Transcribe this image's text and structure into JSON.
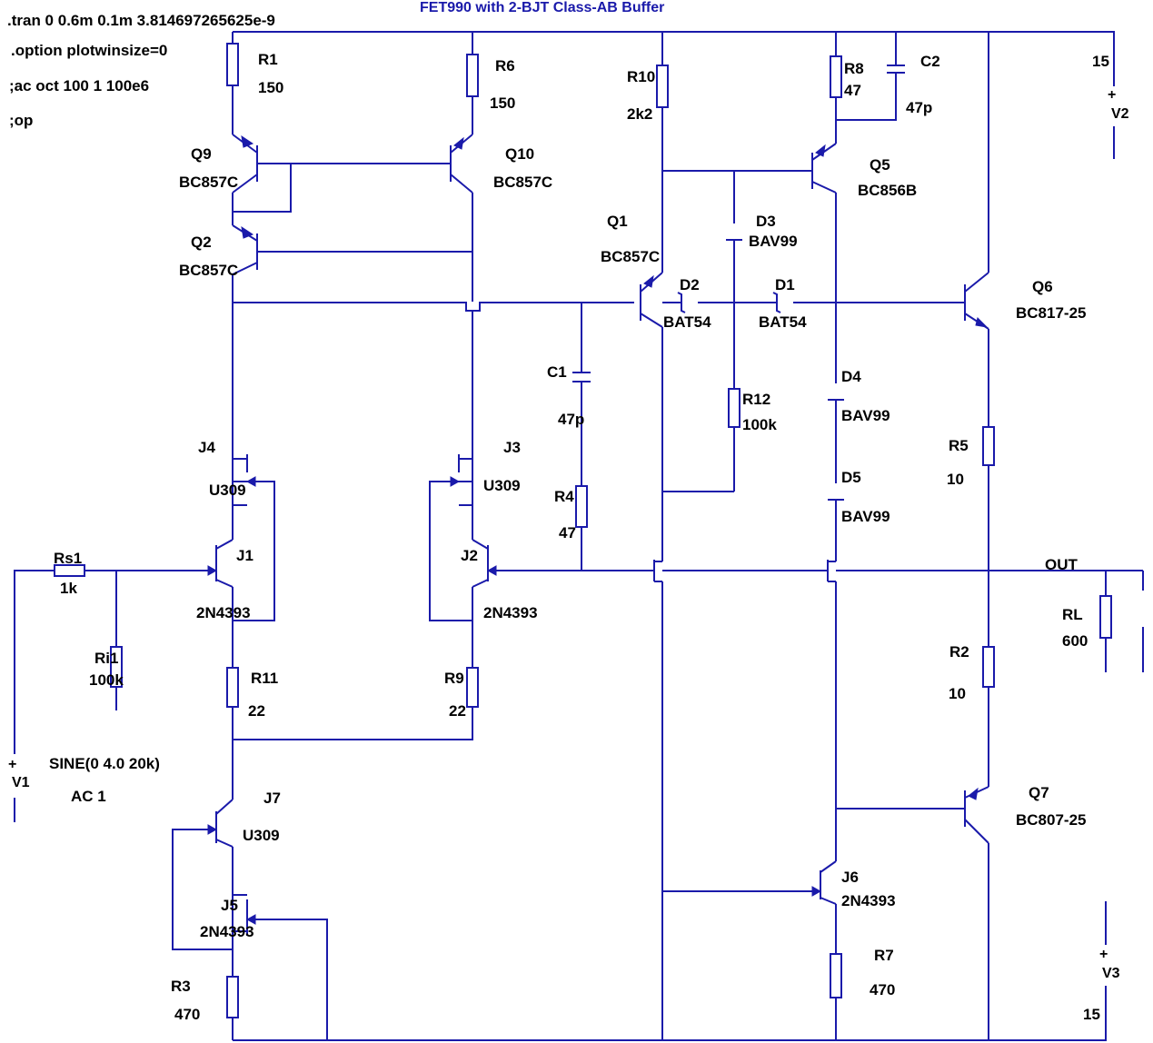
{
  "title": "FET990 with 2-BJT Class-AB Buffer",
  "directives": [
    ".tran 0 0.6m 0.1m 3.814697265625e-9",
    ".option plotwinsize=0",
    ";ac oct 100 1 100e6",
    ";op"
  ],
  "net_label_out": "OUT",
  "components": {
    "R1": {
      "ref": "R1",
      "value": "150"
    },
    "R6": {
      "ref": "R6",
      "value": "150"
    },
    "R10": {
      "ref": "R10",
      "value": "2k2"
    },
    "R8": {
      "ref": "R8",
      "value": "47"
    },
    "C2": {
      "ref": "C2",
      "value": "47p"
    },
    "V2": {
      "ref": "V2",
      "value": "15"
    },
    "Q9": {
      "ref": "Q9",
      "value": "BC857C"
    },
    "Q10": {
      "ref": "Q10",
      "value": "BC857C"
    },
    "Q5": {
      "ref": "Q5",
      "value": "BC856B"
    },
    "Q2": {
      "ref": "Q2",
      "value": "BC857C"
    },
    "Q1": {
      "ref": "Q1",
      "value": "BC857C"
    },
    "D3": {
      "ref": "D3",
      "value": "BAV99"
    },
    "D2": {
      "ref": "D2",
      "value": "BAT54"
    },
    "D1": {
      "ref": "D1",
      "value": "BAT54"
    },
    "Q6": {
      "ref": "Q6",
      "value": "BC817-25"
    },
    "C1": {
      "ref": "C1",
      "value": "47p"
    },
    "R12": {
      "ref": "R12",
      "value": "100k"
    },
    "D4": {
      "ref": "D4",
      "value": "BAV99"
    },
    "R5": {
      "ref": "R5",
      "value": "10"
    },
    "J4": {
      "ref": "J4",
      "value": "U309"
    },
    "J3": {
      "ref": "J3",
      "value": "U309"
    },
    "R4": {
      "ref": "R4",
      "value": "47"
    },
    "D5": {
      "ref": "D5",
      "value": "BAV99"
    },
    "J1": {
      "ref": "J1",
      "value": "2N4393"
    },
    "J2": {
      "ref": "J2",
      "value": "2N4393"
    },
    "Rs1": {
      "ref": "Rs1",
      "value": "1k"
    },
    "RL": {
      "ref": "RL",
      "value": "600"
    },
    "Ri1": {
      "ref": "Ri1",
      "value": "100k"
    },
    "R11": {
      "ref": "R11",
      "value": "22"
    },
    "R9": {
      "ref": "R9",
      "value": "22"
    },
    "R2": {
      "ref": "R2",
      "value": "10"
    },
    "V1": {
      "ref": "V1",
      "value": "SINE(0 4.0 20k)",
      "ac": "AC 1"
    },
    "J7": {
      "ref": "J7",
      "value": "U309"
    },
    "Q7": {
      "ref": "Q7",
      "value": "BC807-25"
    },
    "J6": {
      "ref": "J6",
      "value": "2N4393"
    },
    "J5": {
      "ref": "J5",
      "value": "2N4393"
    },
    "R7": {
      "ref": "R7",
      "value": "470"
    },
    "R3": {
      "ref": "R3",
      "value": "470"
    },
    "V3": {
      "ref": "V3",
      "value": "15"
    }
  },
  "colors": {
    "wire": "#1a1aaa",
    "text": "#000000",
    "title": "#1a1aaa",
    "background": "#ffffff"
  }
}
